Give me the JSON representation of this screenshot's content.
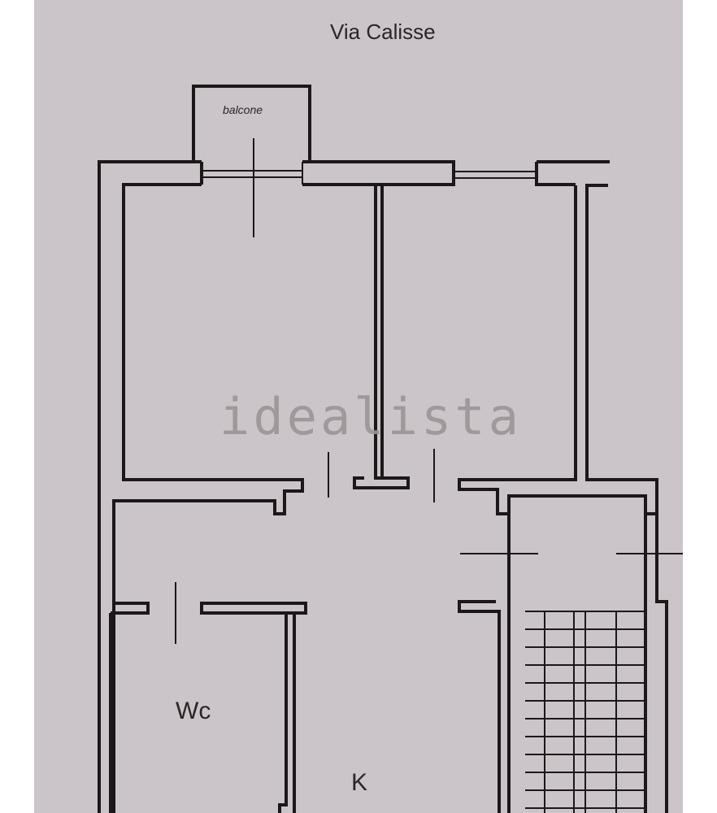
{
  "street_label": "Via Calisse",
  "rooms": {
    "balcony": "balcone",
    "bathroom": "Wc",
    "kitchen": "K"
  },
  "watermark": "idealista",
  "colors": {
    "paper": "#cbc4c8",
    "wall": "#1c181a",
    "watermark": "#9b9597",
    "margin": "#ffffff"
  }
}
